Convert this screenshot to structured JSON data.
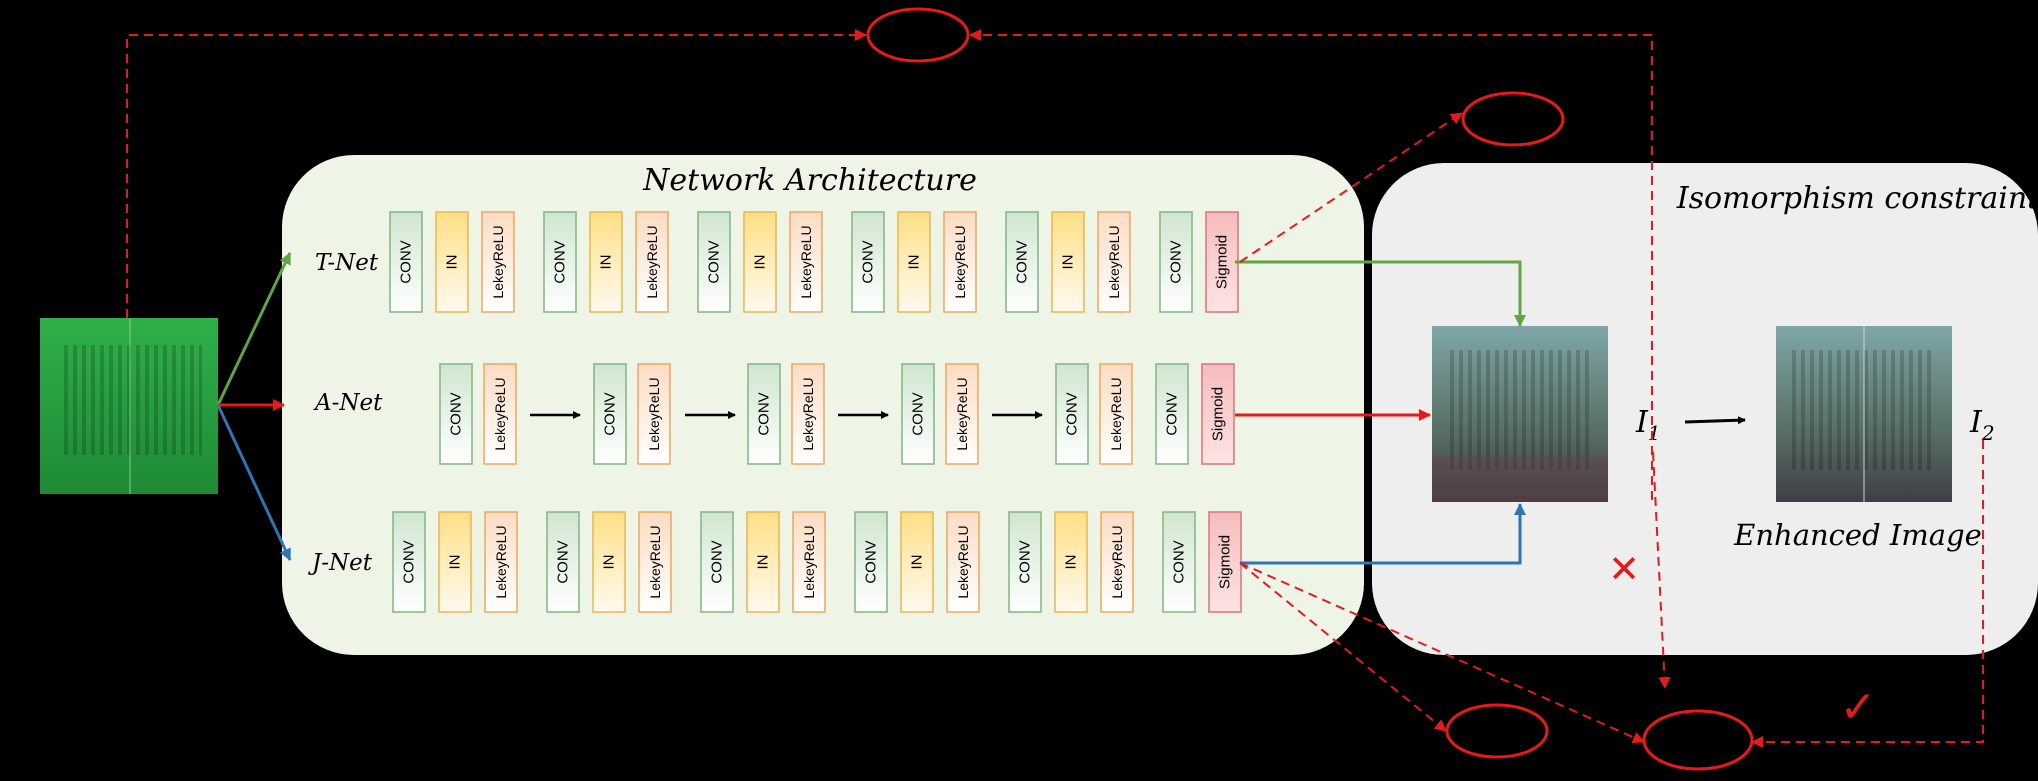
{
  "panels": {
    "network": {
      "title": "Network Architecture"
    },
    "isomorphism": {
      "title": "Isomorphism constraint"
    }
  },
  "branches": [
    {
      "id": "t",
      "label": "T-Net"
    },
    {
      "id": "a",
      "label": "A-Net"
    },
    {
      "id": "j",
      "label": "J-Net"
    }
  ],
  "block_labels": {
    "conv": "CONV",
    "in": "IN",
    "lrelu": "LekeyReLU",
    "sigmoid": "Sigmoid"
  },
  "images": {
    "enhanced_caption": "Enhanced Image",
    "i1": {
      "base": "I",
      "sub": "1"
    },
    "i2": {
      "base": "I",
      "sub": "2"
    }
  },
  "symbols": {
    "cross": "✕",
    "check": "✓"
  },
  "colors": {
    "background": "#000000",
    "network_panel": "#eef4e6",
    "isomorphism_panel": "#eeeeee",
    "conv_fill": "#dceedd",
    "conv_stroke": "#82b483",
    "in_fill": "#ffe396",
    "in_stroke": "#e9b74f",
    "lrelu_fill": "#fde7d6",
    "lrelu_stroke": "#eda75f",
    "sigmoid_fill": "#f8c9c9",
    "sigmoid_stroke": "#d9747a",
    "green_arrow": "#5fa544",
    "red_arrow": "#e61a1a",
    "blue_arrow": "#2e75b6",
    "dashed": "#e61a1a",
    "underwater_green": "#2fb04a"
  }
}
